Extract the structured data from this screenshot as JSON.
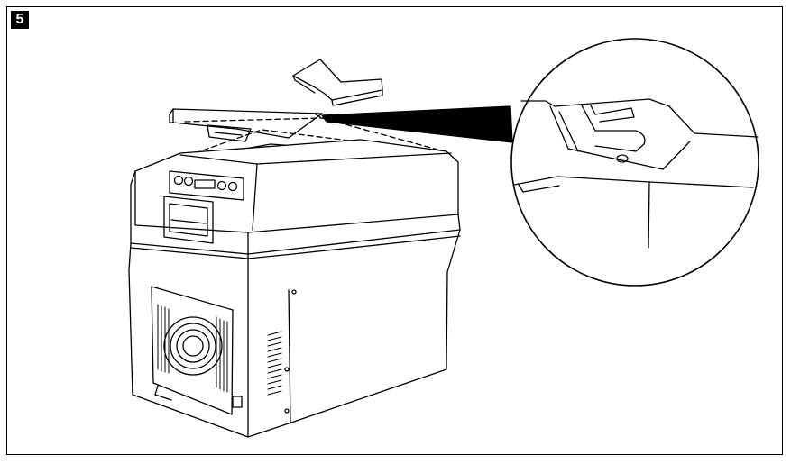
{
  "figure": {
    "step_number": "5"
  },
  "icons": {
    "arrow": "lift-arrow-icon",
    "cooler": "cooler-box-illustration",
    "detail": "hinge-detail-magnifier"
  }
}
